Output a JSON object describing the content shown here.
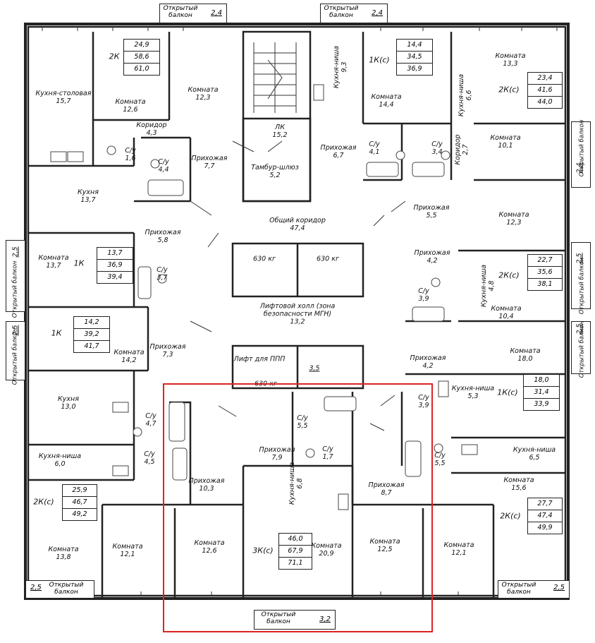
{
  "balcony_label": "Открытый балкон",
  "balconies": [
    {
      "id": "b-top-1",
      "value": "2,4"
    },
    {
      "id": "b-top-2",
      "value": "2,4"
    },
    {
      "id": "b-right-1",
      "value": "2,4"
    },
    {
      "id": "b-left-1",
      "value": "2,5"
    },
    {
      "id": "b-left-2",
      "value": "2,5"
    },
    {
      "id": "b-right-2",
      "value": "2,5"
    },
    {
      "id": "b-right-3",
      "value": "2,5"
    },
    {
      "id": "b-bottom-left",
      "value": "2,5"
    },
    {
      "id": "b-bottom-center",
      "value": "3,2"
    },
    {
      "id": "b-bottom-right",
      "value": "2,5"
    }
  ],
  "rooms": [
    {
      "name": "Кухня-столовая",
      "area": "15,7"
    },
    {
      "name": "Комната",
      "area": "12,6"
    },
    {
      "name": "Комната",
      "area": "12,3"
    },
    {
      "name": "Коридор",
      "area": "4,3"
    },
    {
      "name": "С/у",
      "area": "1,6"
    },
    {
      "name": "С/у",
      "area": "4,4"
    },
    {
      "name": "Прихожая",
      "area": "7,7"
    },
    {
      "name": "ЛК",
      "area": "15,2"
    },
    {
      "name": "Тамбур-шлюз",
      "area": "5,2"
    },
    {
      "name": "Кухня-ниша",
      "area": "9,3"
    },
    {
      "name": "Комната",
      "area": "14,4"
    },
    {
      "name": "Прихожая",
      "area": "6,7"
    },
    {
      "name": "С/у",
      "area": "4,1"
    },
    {
      "name": "С/у",
      "area": "3,4"
    },
    {
      "name": "Коридор",
      "area": "2,7"
    },
    {
      "name": "Комната",
      "area": "13,3"
    },
    {
      "name": "Кухня-ниша",
      "area": "6,6"
    },
    {
      "name": "Комната",
      "area": "10,1"
    },
    {
      "name": "Кухня",
      "area": "13,7"
    },
    {
      "name": "Общий коридор",
      "area": "47,4"
    },
    {
      "name": "Прихожая",
      "area": "5,5"
    },
    {
      "name": "Комната",
      "area": "12,3"
    },
    {
      "name": "Прихожая",
      "area": "5,8"
    },
    {
      "name": "Комната",
      "area": "13,7"
    },
    {
      "name": "С/у",
      "area": "3,7"
    },
    {
      "name": "Прихожая",
      "area": "4,2"
    },
    {
      "name": "С/у",
      "area": "3,9"
    },
    {
      "name": "Кухня-ниша",
      "area": "4,8"
    },
    {
      "name": "Комната",
      "area": "10,4"
    },
    {
      "name": "Лифтовой холл (зона безопасности МГН)",
      "area": "13,2"
    },
    {
      "name": "Комната",
      "area": "14,2"
    },
    {
      "name": "Прихожая",
      "area": "7,3"
    },
    {
      "name": "Прихожая",
      "area": "4,2"
    },
    {
      "name": "Комната",
      "area": "18,0"
    },
    {
      "name": "Кухня",
      "area": "13,0"
    },
    {
      "name": "С/у",
      "area": "4,7"
    },
    {
      "name": "С/у",
      "area": "5,5"
    },
    {
      "name": "Кухня-ниша",
      "area": "5,3"
    },
    {
      "name": "С/у",
      "area": "3,9"
    },
    {
      "name": "Кухня-ниша",
      "area": "6,0"
    },
    {
      "name": "С/у",
      "area": "4,5"
    },
    {
      "name": "Прихожая",
      "area": "7,9"
    },
    {
      "name": "С/у",
      "area": "1,7"
    },
    {
      "name": "С/у",
      "area": "5,5"
    },
    {
      "name": "Кухня-ниша",
      "area": "6,5"
    },
    {
      "name": "Прихожая",
      "area": "10,3"
    },
    {
      "name": "Кухня-ниша",
      "area": "6,8"
    },
    {
      "name": "Прихожая",
      "area": "8,7"
    },
    {
      "name": "Комната",
      "area": "15,6"
    },
    {
      "name": "Комната",
      "area": "12,6"
    },
    {
      "name": "Комната",
      "area": "20,9"
    },
    {
      "name": "Комната",
      "area": "12,5"
    },
    {
      "name": "Комната",
      "area": "12,1"
    },
    {
      "name": "Комната",
      "area": "12,1"
    },
    {
      "name": "Комната",
      "area": "13,8"
    }
  ],
  "small_rooms": [
    {
      "name": "",
      "area": "3,5"
    }
  ],
  "lifts": [
    {
      "label": "630 кг"
    },
    {
      "label": "630 кг"
    },
    {
      "label": "Лифт для ППП"
    },
    {
      "label": "630 кг"
    }
  ],
  "apartments": [
    {
      "type": "2К",
      "values": [
        "24,9",
        "58,6",
        "61,0"
      ]
    },
    {
      "type": "1К(с)",
      "values": [
        "14,4",
        "34,5",
        "36,9"
      ]
    },
    {
      "type": "2К(с)",
      "values": [
        "23,4",
        "41,6",
        "44,0"
      ]
    },
    {
      "type": "1К",
      "values": [
        "13,7",
        "36,9",
        "39,4"
      ]
    },
    {
      "type": "2К(с)",
      "values": [
        "22,7",
        "35,6",
        "38,1"
      ]
    },
    {
      "type": "1К",
      "values": [
        "14,2",
        "39,2",
        "41,7"
      ]
    },
    {
      "type": "1К(с)",
      "values": [
        "18,0",
        "31,4",
        "33,9"
      ]
    },
    {
      "type": "2К(с)",
      "values": [
        "25,9",
        "46,7",
        "49,2"
      ]
    },
    {
      "type": "2К(с)",
      "values": [
        "27,7",
        "47,4",
        "49,9"
      ]
    },
    {
      "type": "3К(с)",
      "values": [
        "46,0",
        "67,9",
        "71,1"
      ]
    }
  ]
}
